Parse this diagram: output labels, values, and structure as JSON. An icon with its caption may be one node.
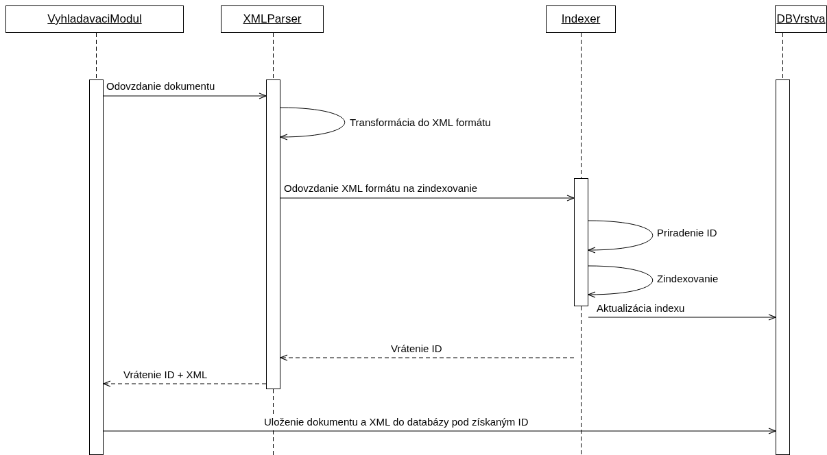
{
  "diagram": {
    "nodes": [
      {
        "text": [
          "VyhladavaciModul"
        ]
      },
      {
        "text": [
          "XMLParser"
        ]
      },
      {
        "text": [
          "Indexer"
        ]
      },
      {
        "text": [
          "DBVrstva"
        ]
      },
      {
        "text": [],
        "shape": "bar"
      },
      {
        "text": [],
        "shape": "bar"
      },
      {
        "text": [],
        "shape": "bar"
      },
      {
        "text": [],
        "shape": "bar"
      }
    ],
    "edges": [
      {
        "from": 0,
        "to": 4,
        "arrow": "none",
        "style": "dashed"
      },
      {
        "from": 1,
        "to": 5,
        "arrow": "none",
        "style": "dashed"
      },
      {
        "from": 2,
        "to": 6,
        "arrow": "none",
        "style": "dashed"
      },
      {
        "from": 3,
        "to": 7,
        "arrow": "none",
        "style": "dashed"
      },
      {
        "from": 5,
        "to": null,
        "arrow": "none",
        "style": "dashed"
      },
      {
        "from": 6,
        "to": null,
        "arrow": "none",
        "style": "dashed"
      },
      {
        "from": 4,
        "to": 5,
        "arrow": "to",
        "label": "Odovzdanie dokumentu"
      },
      {
        "from": 5,
        "to": 5,
        "arrow": "to",
        "label": "Transformácia do XML formátu"
      },
      {
        "from": 5,
        "to": 6,
        "arrow": "to",
        "label": "Odovzdanie XML formátu na zindexovanie"
      },
      {
        "from": 6,
        "to": 6,
        "arrow": "to",
        "label": "Priradenie ID"
      },
      {
        "from": 6,
        "to": 6,
        "arrow": "to",
        "label": "Zindexovanie"
      },
      {
        "from": 6,
        "to": 7,
        "arrow": "to",
        "label": "Aktualizácia indexu"
      },
      {
        "from": 6,
        "to": 5,
        "arrow": "to",
        "style": "dashed",
        "label": "Vrátenie ID"
      },
      {
        "from": 5,
        "to": 4,
        "arrow": "to",
        "style": "dashed",
        "label": "Vrátenie ID + XML"
      },
      {
        "from": 4,
        "to": 7,
        "arrow": "to",
        "label": "Uloženie dokumentu a XML do databázy pod získaným ID"
      }
    ]
  }
}
